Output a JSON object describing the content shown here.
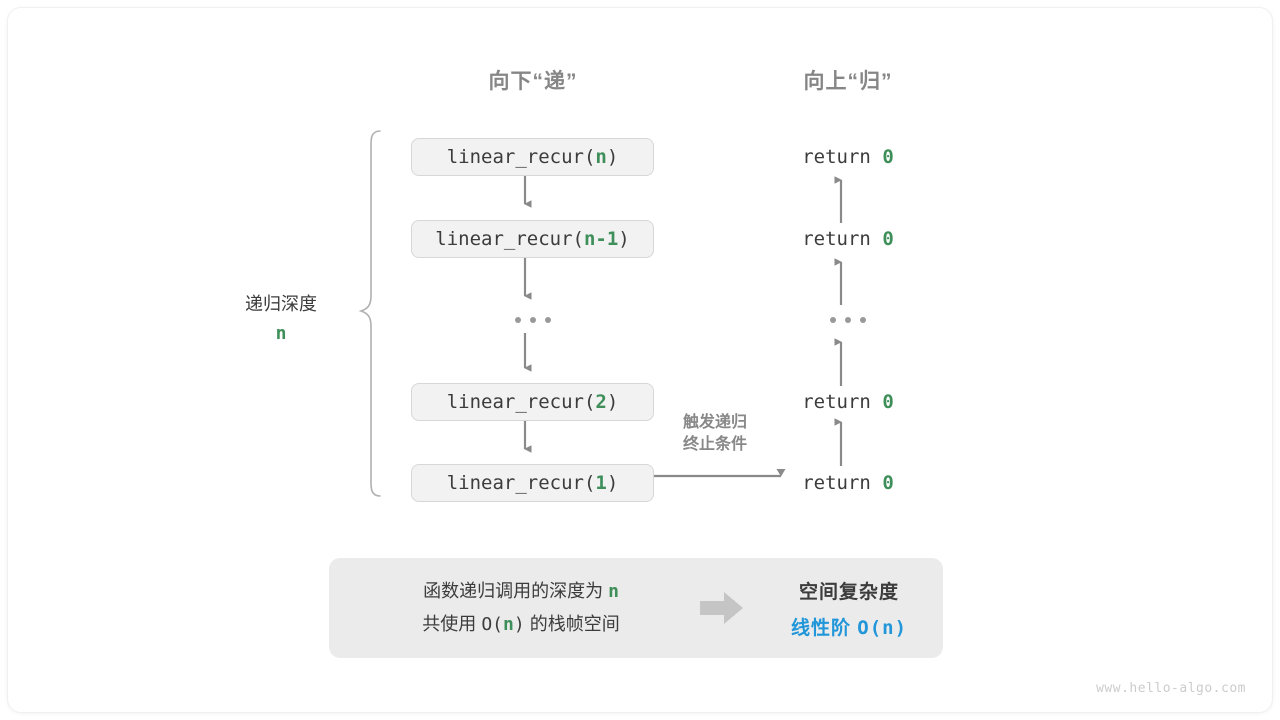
{
  "headers": {
    "down": "向下“递”",
    "up": "向上“归”"
  },
  "depth_label": {
    "text": "递归深度",
    "value": "n"
  },
  "calls": [
    {
      "name": "linear_recur(",
      "arg": "n",
      "close": ")"
    },
    {
      "name": "linear_recur(",
      "arg": "n-1",
      "close": ")"
    },
    {
      "name": "linear_recur(",
      "arg": "2",
      "close": ")"
    },
    {
      "name": "linear_recur(",
      "arg": "1",
      "close": ")"
    }
  ],
  "ellipsis": "...",
  "returns": [
    {
      "keyword": "return",
      "value": "0"
    },
    {
      "keyword": "return",
      "value": "0"
    },
    {
      "keyword": "return",
      "value": "0"
    },
    {
      "keyword": "return",
      "value": "0"
    }
  ],
  "trigger_note": {
    "line1": "触发递归",
    "line2": "终止条件"
  },
  "summary": {
    "left_line1_a": "函数递归调用的深度为 ",
    "left_line1_n": "n",
    "left_line2_a": "共使用 ",
    "left_line2_o": "O(",
    "left_line2_n": "n",
    "left_line2_c": ")",
    "left_line2_b": " 的栈帧空间",
    "arrow_icon": "block-arrow-right-icon",
    "right_title": "空间复杂度",
    "right_value_label": "线性阶 ",
    "right_value_mono": "O(n)"
  },
  "watermark": "www.hello-algo.com",
  "colors": {
    "green": "#3f8f5b",
    "blue": "#2196d9",
    "gray_text": "#3c3c3c",
    "muted": "#888888",
    "arrow": "#8a8a8a",
    "box_fill": "#f2f2f2",
    "box_border": "#d7d7d7",
    "panel": "#ebebeb"
  }
}
